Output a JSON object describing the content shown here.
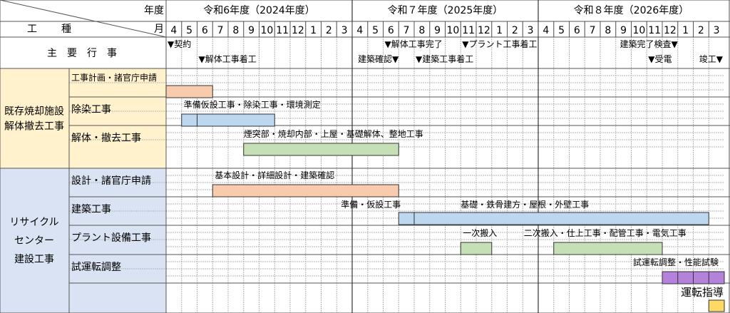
{
  "header": {
    "year_label": "年度",
    "month_label": "月",
    "work_type_label": "工　　種",
    "fiscal_years": [
      "令和6年度（2024年度）",
      "令和７年度（2025年度）",
      "令和８年度（2026年度）"
    ],
    "months": [
      "4",
      "5",
      "6",
      "7",
      "8",
      "9",
      "10",
      "11",
      "12",
      "1",
      "2",
      "3",
      "4",
      "5",
      "6",
      "7",
      "8",
      "9",
      "10",
      "11",
      "12",
      "1",
      "2",
      "3",
      "4",
      "5",
      "6",
      "7",
      "8",
      "9",
      "10",
      "11",
      "12",
      "1",
      "2",
      "3"
    ]
  },
  "milestones_label": "主　要　行　事",
  "milestones": [
    {
      "text": "▼契約",
      "month": 0,
      "row": 0,
      "anchor": "start"
    },
    {
      "text": "▼解体工事着工",
      "month": 2,
      "row": 1,
      "anchor": "start"
    },
    {
      "text": "▼解体工事完了",
      "month": 14,
      "row": 0,
      "anchor": "start"
    },
    {
      "text": "建築確認▼",
      "month": 15,
      "row": 1,
      "anchor": "end"
    },
    {
      "text": "▼建築工事着工",
      "month": 16,
      "row": 1,
      "anchor": "start"
    },
    {
      "text": "▼プラント工事着工",
      "month": 19,
      "row": 0,
      "anchor": "start"
    },
    {
      "text": "建築完了検査▼",
      "month": 33,
      "row": 0,
      "anchor": "end"
    },
    {
      "text": "▼受電",
      "month": 31,
      "row": 1,
      "anchor": "start"
    },
    {
      "text": "竣工▼",
      "month": 36,
      "row": 1,
      "anchor": "end"
    }
  ],
  "groups": [
    {
      "label": [
        "既存焼却施設",
        "解体撤去工事"
      ],
      "color": "#fff2cc"
    },
    {
      "label": [
        "リサイクル",
        "センター",
        "建設工事"
      ],
      "color": "#dae3f3"
    }
  ],
  "tasks": [
    {
      "name": "工事計画・諸官庁申請",
      "group": 0
    },
    {
      "name": "除染工事",
      "group": 0
    },
    {
      "name": "解体・撤去工事",
      "group": 0
    },
    {
      "name": "設計・諸官庁申請",
      "group": 1
    },
    {
      "name": "建築工事",
      "group": 1
    },
    {
      "name": "プラント設備工事",
      "group": 1
    },
    {
      "name": "試運転調整",
      "group": 1
    }
  ],
  "chart_data": {
    "type": "gantt",
    "time_unit": "month",
    "start": "2024-04",
    "end": "2027-03",
    "grid": true,
    "bars": [
      {
        "task": "工事計画・諸官庁申請",
        "start": "2024-04",
        "end": "2024-06",
        "color": "#f8cbad"
      },
      {
        "task": "除染工事",
        "label": "準備仮設工事・除染工事・環境測定",
        "start": "2024-05",
        "end": "2024-10",
        "color": "#bdd7ee",
        "divider_after": "2024-05"
      },
      {
        "task": "解体・撤去工事",
        "label": "煙突部・焼却内部・上屋・基礎解体、整地工事",
        "start": "2024-09",
        "end": "2025-06",
        "color": "#c5e0b4"
      },
      {
        "task": "設計・諸官庁申請",
        "label": "基本設計・詳細設計・建築確認",
        "start": "2024-07",
        "end": "2025-06",
        "color": "#f8cbad"
      },
      {
        "task": "建築工事",
        "label_left": "準備・仮設工事",
        "label": "基礎・鉄骨建方・屋根・外壁工事",
        "start": "2025-07",
        "end": "2027-02",
        "color": "#bdd7ee",
        "divider_after": "2025-07"
      },
      {
        "task": "プラント設備工事",
        "label": "一次搬入",
        "start": "2025-11",
        "end": "2025-12",
        "color": "#c5e0b4"
      },
      {
        "task": "プラント設備工事",
        "label": "二次搬入・仕上工事・配管工事・電気工事",
        "start": "2026-05",
        "end": "2026-11",
        "color": "#c5e0b4"
      },
      {
        "task": "試運転調整",
        "label": "試運転調整・性能試験",
        "start": "2026-12",
        "end": "2027-03",
        "color": "#b482da",
        "dividers_after": [
          "2026-12",
          "2027-01",
          "2027-02"
        ]
      },
      {
        "task": "試運転調整",
        "label": "運転指導",
        "start": "2027-03",
        "end": "2027-03",
        "color": "#ffd966"
      }
    ]
  }
}
